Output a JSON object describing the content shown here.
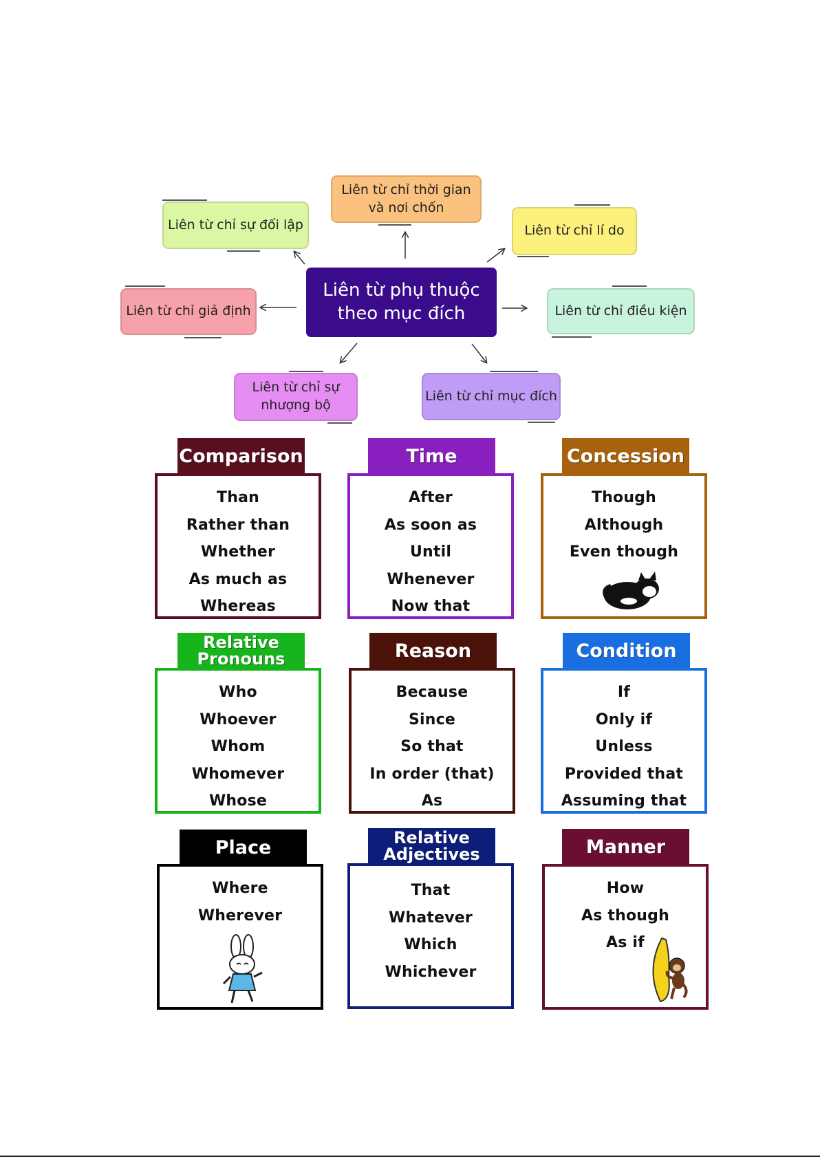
{
  "mindmap": {
    "center": "Liên từ phụ thuộc\ntheo mục đích",
    "nodes": {
      "contrast": "Liên từ chỉ sự đối lập",
      "time_place": "Liên từ chỉ thời gian\nvà nơi chốn",
      "reason": "Liên từ chỉ lí do",
      "hypothesis": "Liên từ chỉ giả định",
      "condition": "Liên từ chỉ điều kiện",
      "concession": "Liên từ chỉ sự\nnhượng bộ",
      "purpose": "Liên từ chỉ mục đích"
    },
    "colors": {
      "center": "#3a0b8a",
      "contrast": "#dcf7a3",
      "time_place": "#fbc17e",
      "reason": "#fbf17c",
      "hypothesis": "#f7a1ab",
      "condition": "#c8f3dc",
      "concession": "#e68df3",
      "purpose": "#bf9cf6"
    }
  },
  "categories": [
    {
      "title": "Comparison",
      "color": "#5a0f1f",
      "words": [
        "Than",
        "Rather than",
        "Whether",
        "As much as",
        "Whereas"
      ]
    },
    {
      "title": "Time",
      "color": "#8a1fc0",
      "words": [
        "After",
        "As soon as",
        "Until",
        "Whenever",
        "Now that"
      ]
    },
    {
      "title": "Concession",
      "color": "#a8620e",
      "words": [
        "Though",
        "Although",
        "Even though"
      ],
      "icon": "cat-icon"
    },
    {
      "title": "Relative\nPronouns",
      "color": "#16b51b",
      "words": [
        "Who",
        "Whoever",
        "Whom",
        "Whomever",
        "Whose"
      ]
    },
    {
      "title": "Reason",
      "color": "#4a1208",
      "words": [
        "Because",
        "Since",
        "So that",
        "In order (that)",
        "As"
      ]
    },
    {
      "title": "Condition",
      "color": "#1a6fe0",
      "words": [
        "If",
        "Only if",
        "Unless",
        "Provided that",
        "Assuming that"
      ]
    },
    {
      "title": "Place",
      "color": "#000000",
      "words": [
        "Where",
        "Wherever"
      ],
      "icon": "bunny-icon"
    },
    {
      "title": "Relative\nAdjectives",
      "color": "#0c1e7a",
      "words": [
        "That",
        "Whatever",
        "Which",
        "Whichever"
      ]
    },
    {
      "title": "Manner",
      "color": "#6a0f32",
      "words": [
        "How",
        "As though",
        "As if"
      ],
      "icon": "banana-monkey-icon"
    }
  ]
}
